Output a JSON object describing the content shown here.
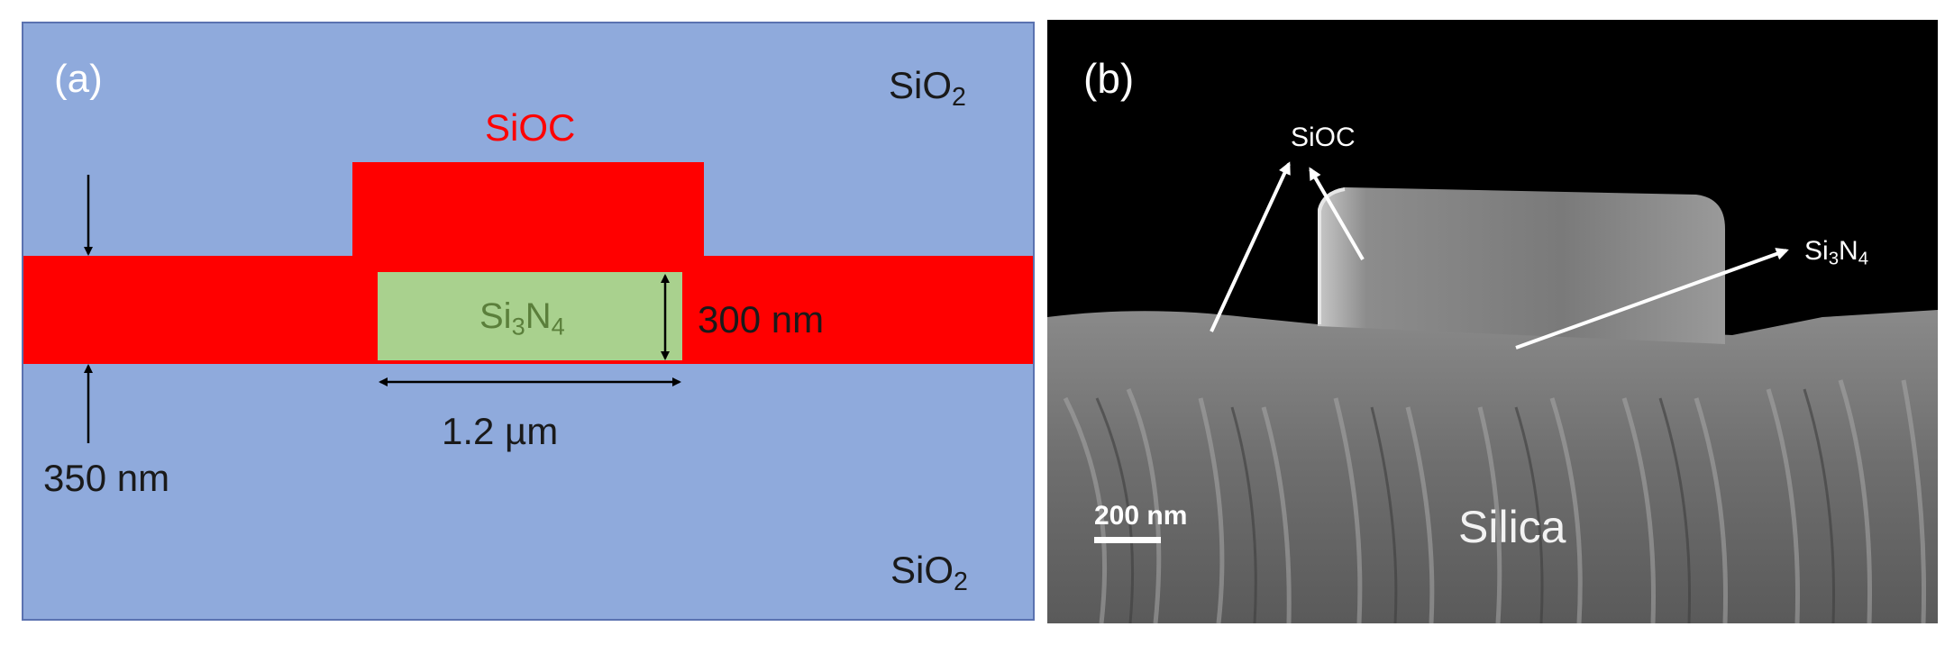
{
  "panel_a": {
    "label": "(a)",
    "cladding_top": {
      "base": "SiO",
      "sub": "2"
    },
    "cladding_bottom": {
      "base": "SiO",
      "sub": "2"
    },
    "upper_layer": "SiOC",
    "core": {
      "p1": "Si",
      "s1": "3",
      "p2": "N",
      "s2": "4"
    },
    "core_height": "300 nm",
    "slab_thickness": "350 nm",
    "core_width": "1.2 µm",
    "colors": {
      "cladding": "#8faadc",
      "siox": "#ff0000",
      "core": "#a9d18e",
      "core_text": "#5b7f3b"
    }
  },
  "panel_b": {
    "label": "(b)",
    "siox_label": "SiOC",
    "si3n4_label": {
      "p1": "Si",
      "s1": "3",
      "p2": "N",
      "s2": "4"
    },
    "substrate_label": "Silica",
    "scale_bar": "200 nm"
  }
}
